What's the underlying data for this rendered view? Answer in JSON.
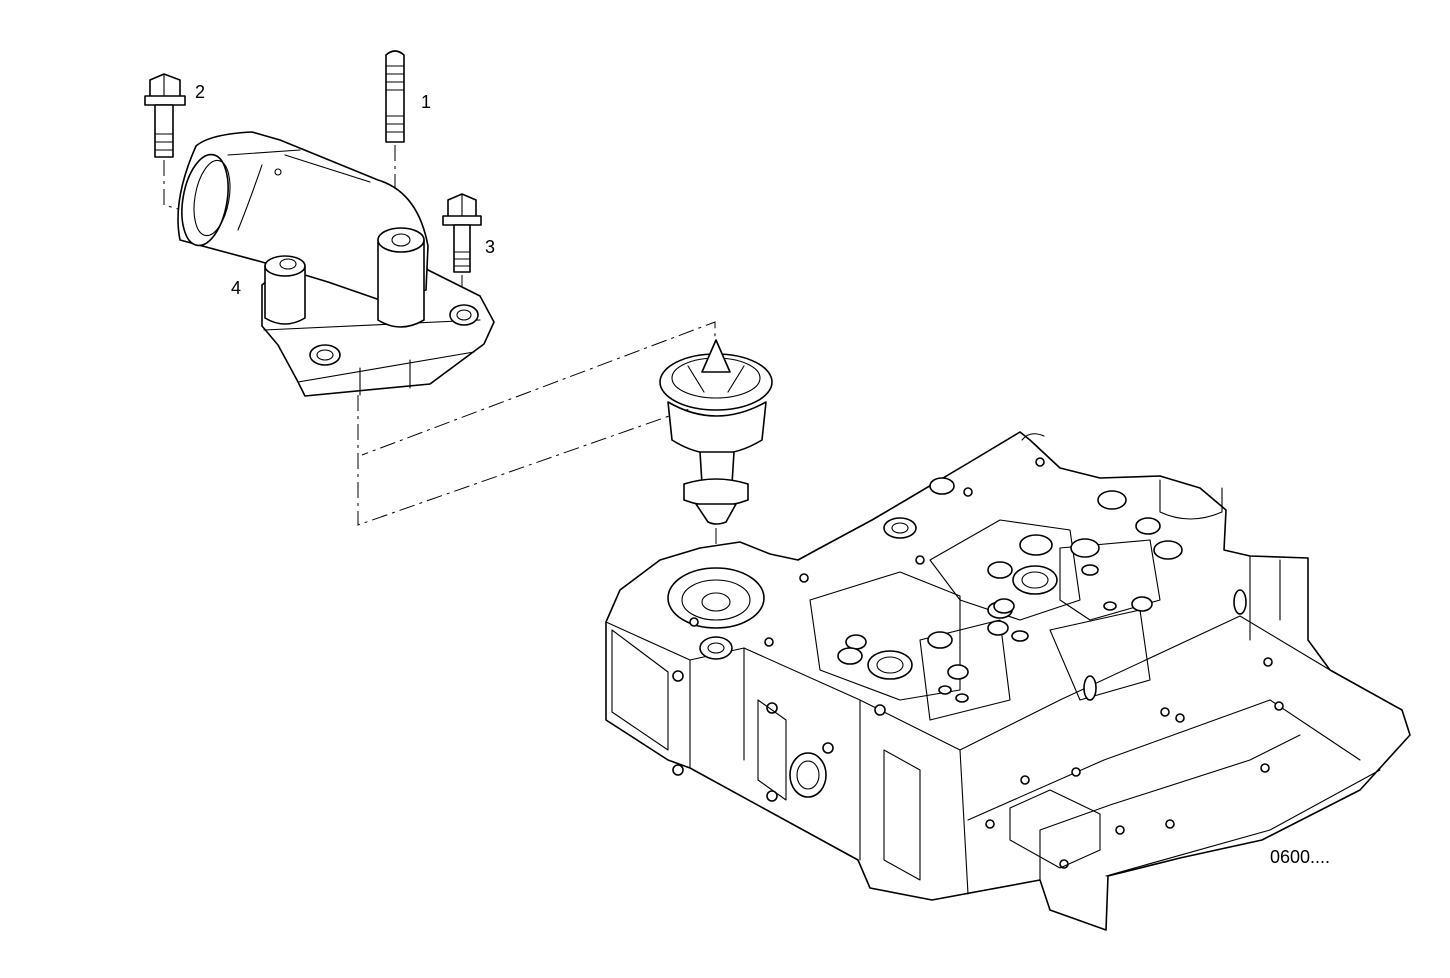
{
  "callouts": {
    "part_1": "1",
    "part_2": "2",
    "part_3": "3",
    "part_4": "4"
  },
  "reference_code": "0600....",
  "colors": {
    "line": "#000000",
    "background": "#ffffff"
  }
}
